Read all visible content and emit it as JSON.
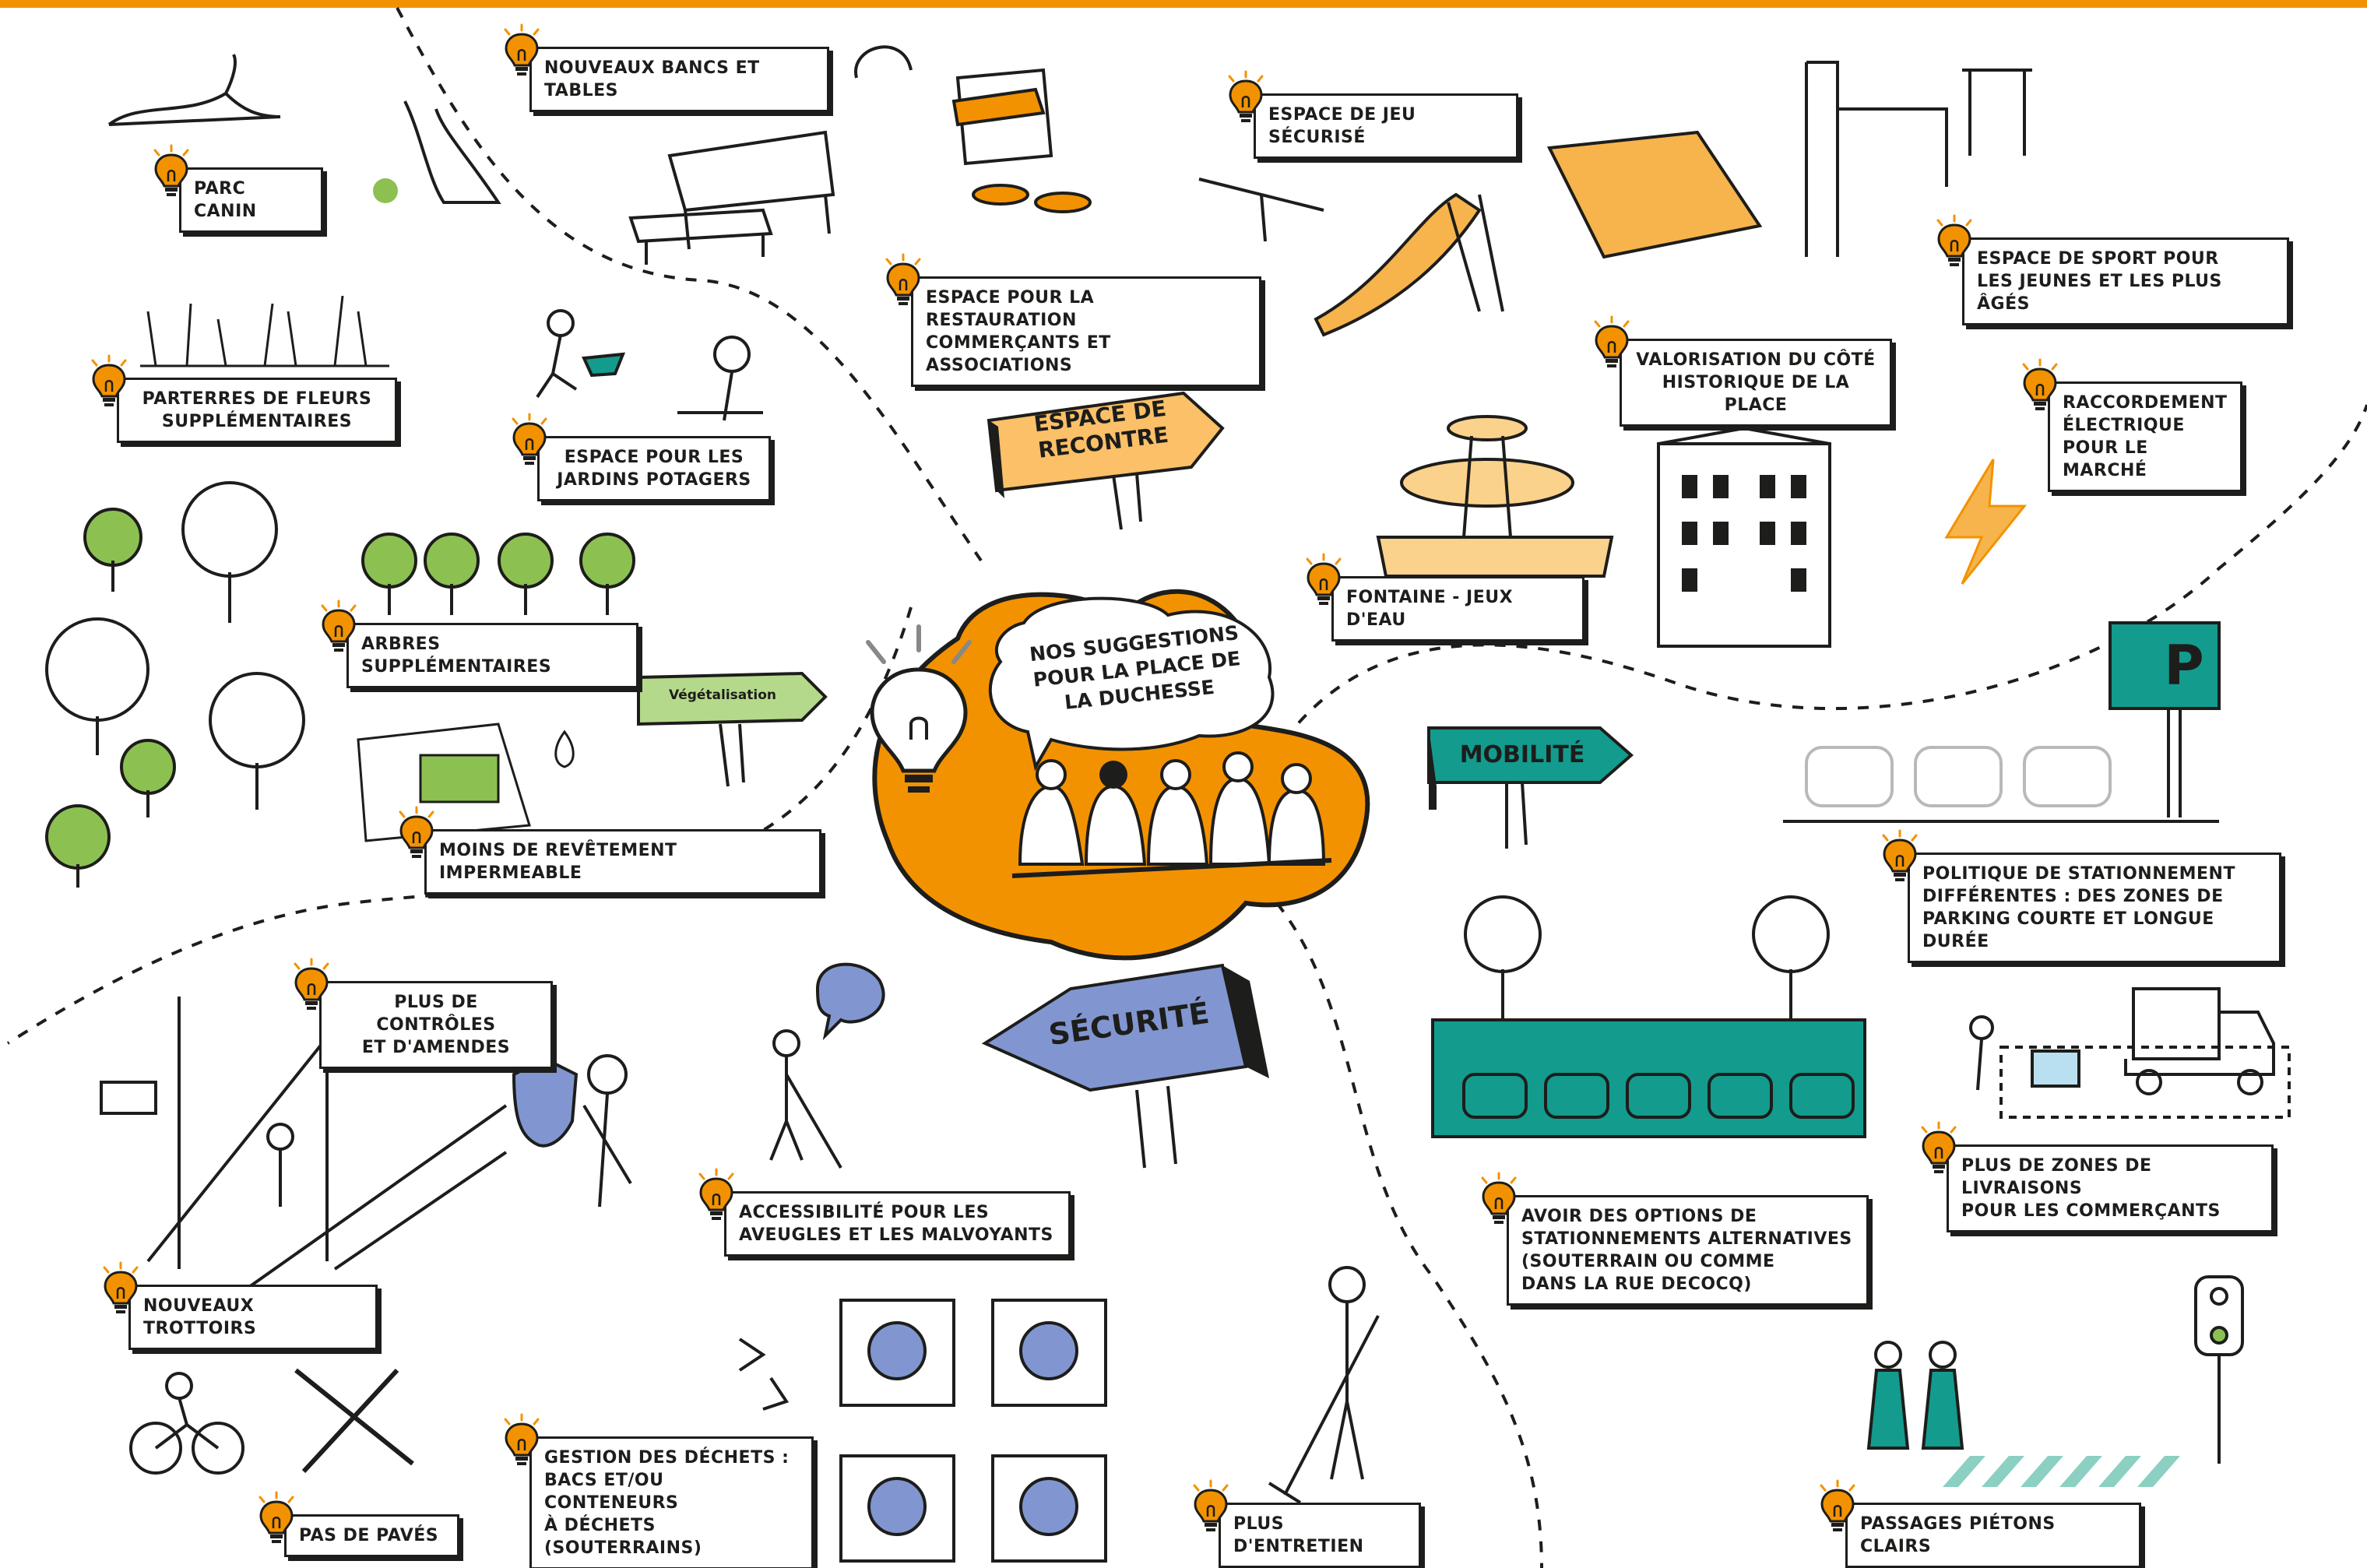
{
  "center": {
    "title_lines": [
      "Nos suggestions",
      "pour la place de",
      "la Duchesse"
    ]
  },
  "signs": {
    "rencontre": [
      "Espace de",
      "recontre"
    ],
    "vegetalisation": "Végétalisation",
    "mobilite": "Mobilité",
    "securite": "Sécurité"
  },
  "labels": [
    {
      "id": "parc-canin",
      "lines": [
        "Parc canin"
      ]
    },
    {
      "id": "bancs-tables",
      "lines": [
        "Nouveaux bancs et tables"
      ]
    },
    {
      "id": "jeu-securise",
      "lines": [
        "Espace de jeu sécurisé"
      ]
    },
    {
      "id": "restauration",
      "lines": [
        "Espace pour la restauration",
        "commerçants et associations"
      ]
    },
    {
      "id": "sport",
      "lines": [
        "Espace de sport pour",
        "les jeunes et les plus âgés"
      ]
    },
    {
      "id": "fleurs",
      "lines": [
        "Parterres de fleurs",
        "supplémentaires"
      ]
    },
    {
      "id": "potagers",
      "lines": [
        "Espace pour les",
        "jardins potagers"
      ]
    },
    {
      "id": "historique",
      "lines": [
        "Valorisation du côté",
        "historique de la place"
      ]
    },
    {
      "id": "electrique",
      "lines": [
        "Raccordement",
        "électrique",
        "pour le marché"
      ]
    },
    {
      "id": "arbres",
      "lines": [
        "Arbres supplémentaires"
      ]
    },
    {
      "id": "fontaine",
      "lines": [
        "Fontaine - jeux d'eau"
      ]
    },
    {
      "id": "revetement",
      "lines": [
        "Moins de revêtement impermeable"
      ]
    },
    {
      "id": "stationnement",
      "lines": [
        "Politique de stationnement",
        "différentes : des zones de",
        "parking courte et longue durée"
      ]
    },
    {
      "id": "controles",
      "lines": [
        "Plus de contrôles",
        "et d'amendes"
      ]
    },
    {
      "id": "aveugles",
      "lines": [
        "Accessibilité pour les",
        "aveugles et les malvoyants"
      ]
    },
    {
      "id": "livraisons",
      "lines": [
        "Plus de zones de livraisons",
        "pour les commerçants"
      ]
    },
    {
      "id": "options-stationnement",
      "lines": [
        "Avoir des options de",
        "stationnements alternatives",
        "(souterrain ou comme",
        "dans la rue Decocq)"
      ]
    },
    {
      "id": "trottoirs",
      "lines": [
        "Nouveaux trottoirs"
      ]
    },
    {
      "id": "dechets",
      "lines": [
        "Gestion des déchets :",
        "bacs et/ou conteneurs",
        "à déchets (souterrains)"
      ]
    },
    {
      "id": "paves",
      "lines": [
        "Pas de pavés"
      ]
    },
    {
      "id": "entretien",
      "lines": [
        "Plus d'entretien"
      ]
    },
    {
      "id": "pietons",
      "lines": [
        "Passages piétons clairs"
      ]
    }
  ],
  "parking_sign_letter": "P",
  "colors": {
    "accent": "#f39200",
    "green": "#8cc152",
    "teal": "#139b8e",
    "blue": "#8196d0",
    "ink": "#1d1d1b",
    "gray": "#b9b9b9"
  }
}
